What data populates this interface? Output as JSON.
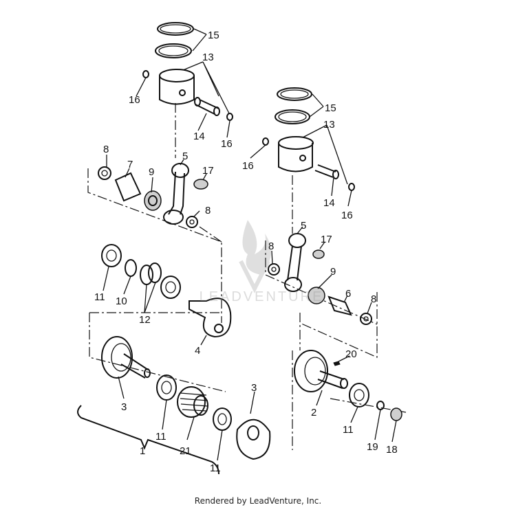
{
  "diagram": {
    "callouts": {
      "c15a": "15",
      "c13a": "13",
      "c16a": "16",
      "c14a": "14",
      "c16b": "16",
      "c8a": "8",
      "c7": "7",
      "c9a": "9",
      "c5a": "5",
      "c17a": "17",
      "c8b": "8",
      "c11a": "11",
      "c10": "10",
      "c12": "12",
      "c4": "4",
      "c3a": "3",
      "c11b": "11",
      "c21": "21",
      "c3b": "3",
      "c11c": "11",
      "c1": "1",
      "c15b": "15",
      "c13b": "13",
      "c16c": "16",
      "c14b": "14",
      "c16d": "16",
      "c5b": "5",
      "c17b": "17",
      "c8c": "8",
      "c9b": "9",
      "c6": "6",
      "c8d": "8",
      "c20": "20",
      "c2": "2",
      "c11d": "11",
      "c19": "19",
      "c18": "18"
    },
    "watermark_text": "LEADVENTURE"
  },
  "footer": "Rendered by LeadVenture, Inc."
}
